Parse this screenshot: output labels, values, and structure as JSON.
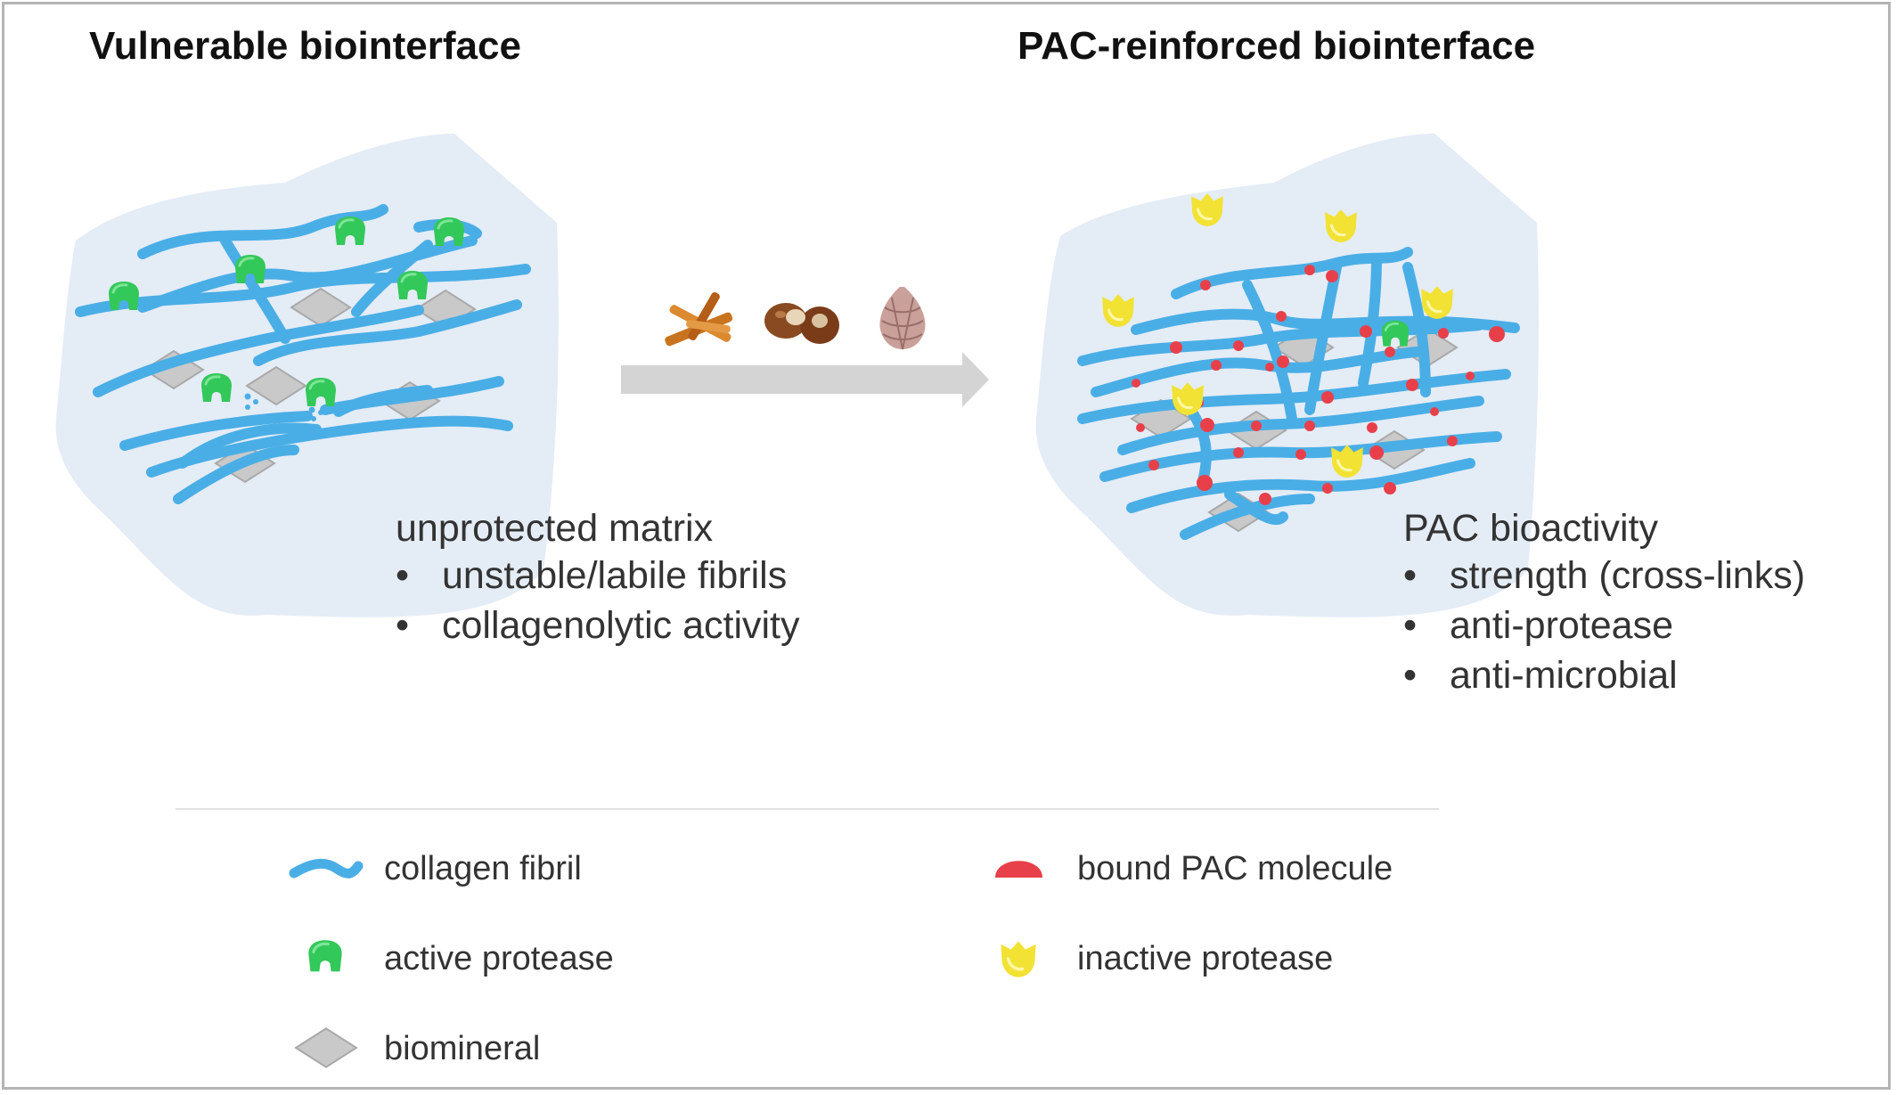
{
  "left_panel": {
    "title": "Vulnerable biointerface",
    "caption_heading": "unprotected matrix",
    "caption_bullets": [
      "unstable/labile fibrils",
      "collagenolytic activity"
    ]
  },
  "right_panel": {
    "title": "PAC-reinforced biointerface",
    "caption_heading": "PAC bioactivity",
    "caption_bullets": [
      "strength (cross-links)",
      "anti-protease",
      "anti-microbial"
    ]
  },
  "process": {
    "arrow_color": "#d4d4d4",
    "source_icons": [
      "cinnamon-sticks-icon",
      "chestnut-icon",
      "pine-cone-icon"
    ]
  },
  "legend": {
    "items": [
      {
        "icon": "collagen-fibril-icon",
        "label": "collagen fibril"
      },
      {
        "icon": "active-protease-icon",
        "label": "active protease"
      },
      {
        "icon": "biomineral-icon",
        "label": "biomineral"
      },
      {
        "icon": "bound-pac-molecule-icon",
        "label": "bound PAC molecule"
      },
      {
        "icon": "inactive-protease-icon",
        "label": "inactive protease"
      }
    ]
  },
  "colors": {
    "matrix_background": "#e4ecf6",
    "collagen_fibril": "#4aaee6",
    "active_protease": "#33c85a",
    "inactive_protease": "#f2e234",
    "pac_molecule": "#e8404a",
    "biomineral": "#c9c9c9"
  }
}
